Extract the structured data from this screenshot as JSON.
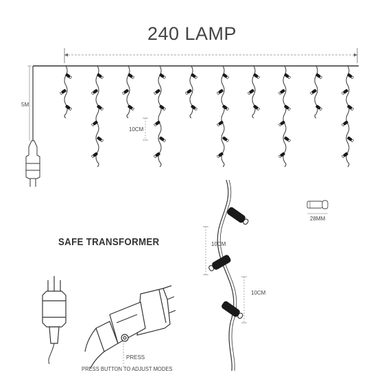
{
  "title": "240 LAMP",
  "drop_height_label": "5M",
  "bulb_spacing_label": "10CM",
  "detail_spacing_labels": [
    "10CM",
    "10CM"
  ],
  "bulb_size_label": "28MM",
  "transformer_heading": "SAFE TRANSFORMER",
  "press_label": "PRESS",
  "press_instruction": "PRESS BUTTON TO ADJUST MODES",
  "colors": {
    "line": "#333333",
    "bulb": "#1a1a1a",
    "dim": "#555555",
    "dashed": "#888888"
  }
}
